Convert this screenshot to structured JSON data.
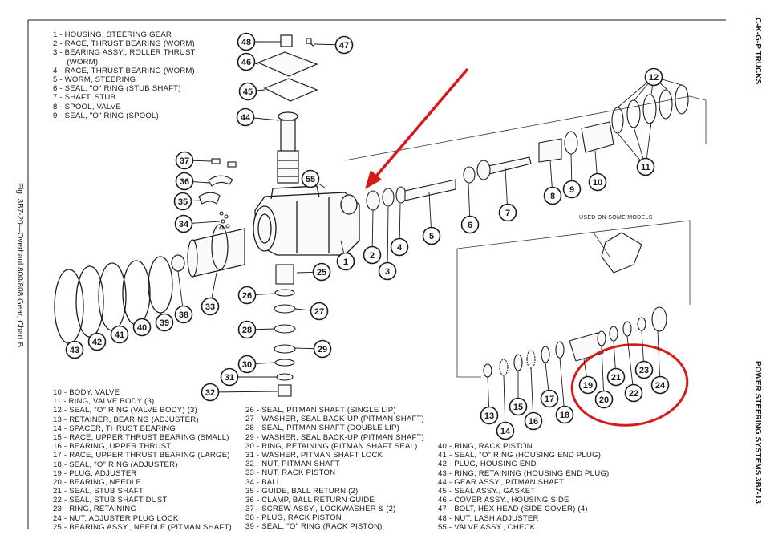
{
  "figure_caption": "Fig. 3B7-20—Overhaul 800/808 Gear, Chart B",
  "header_section": "C-K-G-P TRUCKS",
  "footer_section": "POWER STEERING SYSTEMS 3B7-13",
  "note_used_on_some_models": "USED ON SOME MODELS",
  "legend_top": [
    "1 - HOUSING, STEERING GEAR",
    "2 - RACE, THRUST BEARING (WORM)",
    "3 - BEARING ASSY., ROLLER THRUST",
    "      (WORM)",
    "4 - RACE, THRUST BEARING (WORM)",
    "5 - WORM, STEERING",
    "6 - SEAL, \"O\" RING (STUB SHAFT)",
    "7 - SHAFT, STUB",
    "8 - SPOOL, VALVE",
    "9 - SEAL, \"O\" RING (SPOOL)"
  ],
  "legend_col1": [
    "10 - BODY, VALVE",
    "11 - RING, VALVE BODY (3)",
    "12 - SEAL, \"O\" RING (VALVE BODY) (3)",
    "13 - RETAINER, BEARING (ADJUSTER)",
    "14 - SPACER, THRUST BEARING",
    "15 - RACE, UPPER THRUST BEARING (SMALL)",
    "16 - BEARING, UPPER THRUST",
    "17 - RACE, UPPER THRUST BEARING (LARGE)",
    "18 - SEAL, \"O\" RING (ADJUSTER)",
    "19 - PLUG, ADJUSTER",
    "20 - BEARING, NEEDLE",
    "21 - SEAL, STUB SHAFT",
    "22 - SEAL, STUB SHAFT DUST",
    "23 - RING, RETAINING",
    "24 - NUT, ADJUSTER PLUG LOCK",
    "25 - BEARING ASSY., NEEDLE (PITMAN SHAFT)"
  ],
  "legend_col2": [
    "26 - SEAL, PITMAN SHAFT (SINGLE LIP)",
    "27 - WASHER, SEAL BACK-UP (PITMAN SHAFT)",
    "28 - SEAL, PITMAN SHAFT (DOUBLE LIP)",
    "29 - WASHER, SEAL BACK-UP (PITMAN SHAFT)",
    "30 - RING, RETAINING (PITMAN SHAFT SEAL)",
    "31 - WASHER, PITMAN SHAFT LOCK",
    "32 - NUT, PITMAN SHAFT",
    "33 - NUT, RACK PISTON",
    "34 - BALL",
    "35 - GUIDE, BALL RETURN (2)",
    "36 - CLAMP, BALL RETURN GUIDE",
    "37 - SCREW ASSY., LOCKWASHER & (2)",
    "38 - PLUG, RACK PISTON",
    "39 - SEAL, \"O\" RING (RACK PISTON)"
  ],
  "legend_col3": [
    "40 - RING, RACK PISTON",
    "41 - SEAL, \"O\" RING (HOUSING END PLUG)",
    "42 - PLUG, HOUSING END",
    "43 - RING, RETAINING (HOUSING END PLUG)",
    "44 - GEAR ASSY., PITMAN SHAFT",
    "45 - SEAL ASSY., GASKET",
    "46 - COVER ASSY., HOUSING SIDE",
    "47 - BOLT, HEX HEAD (SIDE COVER) (4)",
    "48 - NUT, LASH ADJUSTER",
    "55 - VALVE ASSY., CHECK"
  ],
  "callouts": [
    "1",
    "2",
    "3",
    "4",
    "5",
    "6",
    "7",
    "8",
    "9",
    "10",
    "11",
    "12",
    "13",
    "14",
    "15",
    "16",
    "17",
    "18",
    "19",
    "20",
    "21",
    "22",
    "23",
    "24",
    "25",
    "26",
    "27",
    "28",
    "29",
    "30",
    "31",
    "32",
    "33",
    "34",
    "35",
    "36",
    "37",
    "38",
    "39",
    "40",
    "41",
    "42",
    "43",
    "44",
    "45",
    "46",
    "47",
    "48",
    "55"
  ],
  "colors": {
    "ink": "#1a1a1a",
    "annotation_red": "#d61a1a",
    "paper": "#ffffff"
  }
}
